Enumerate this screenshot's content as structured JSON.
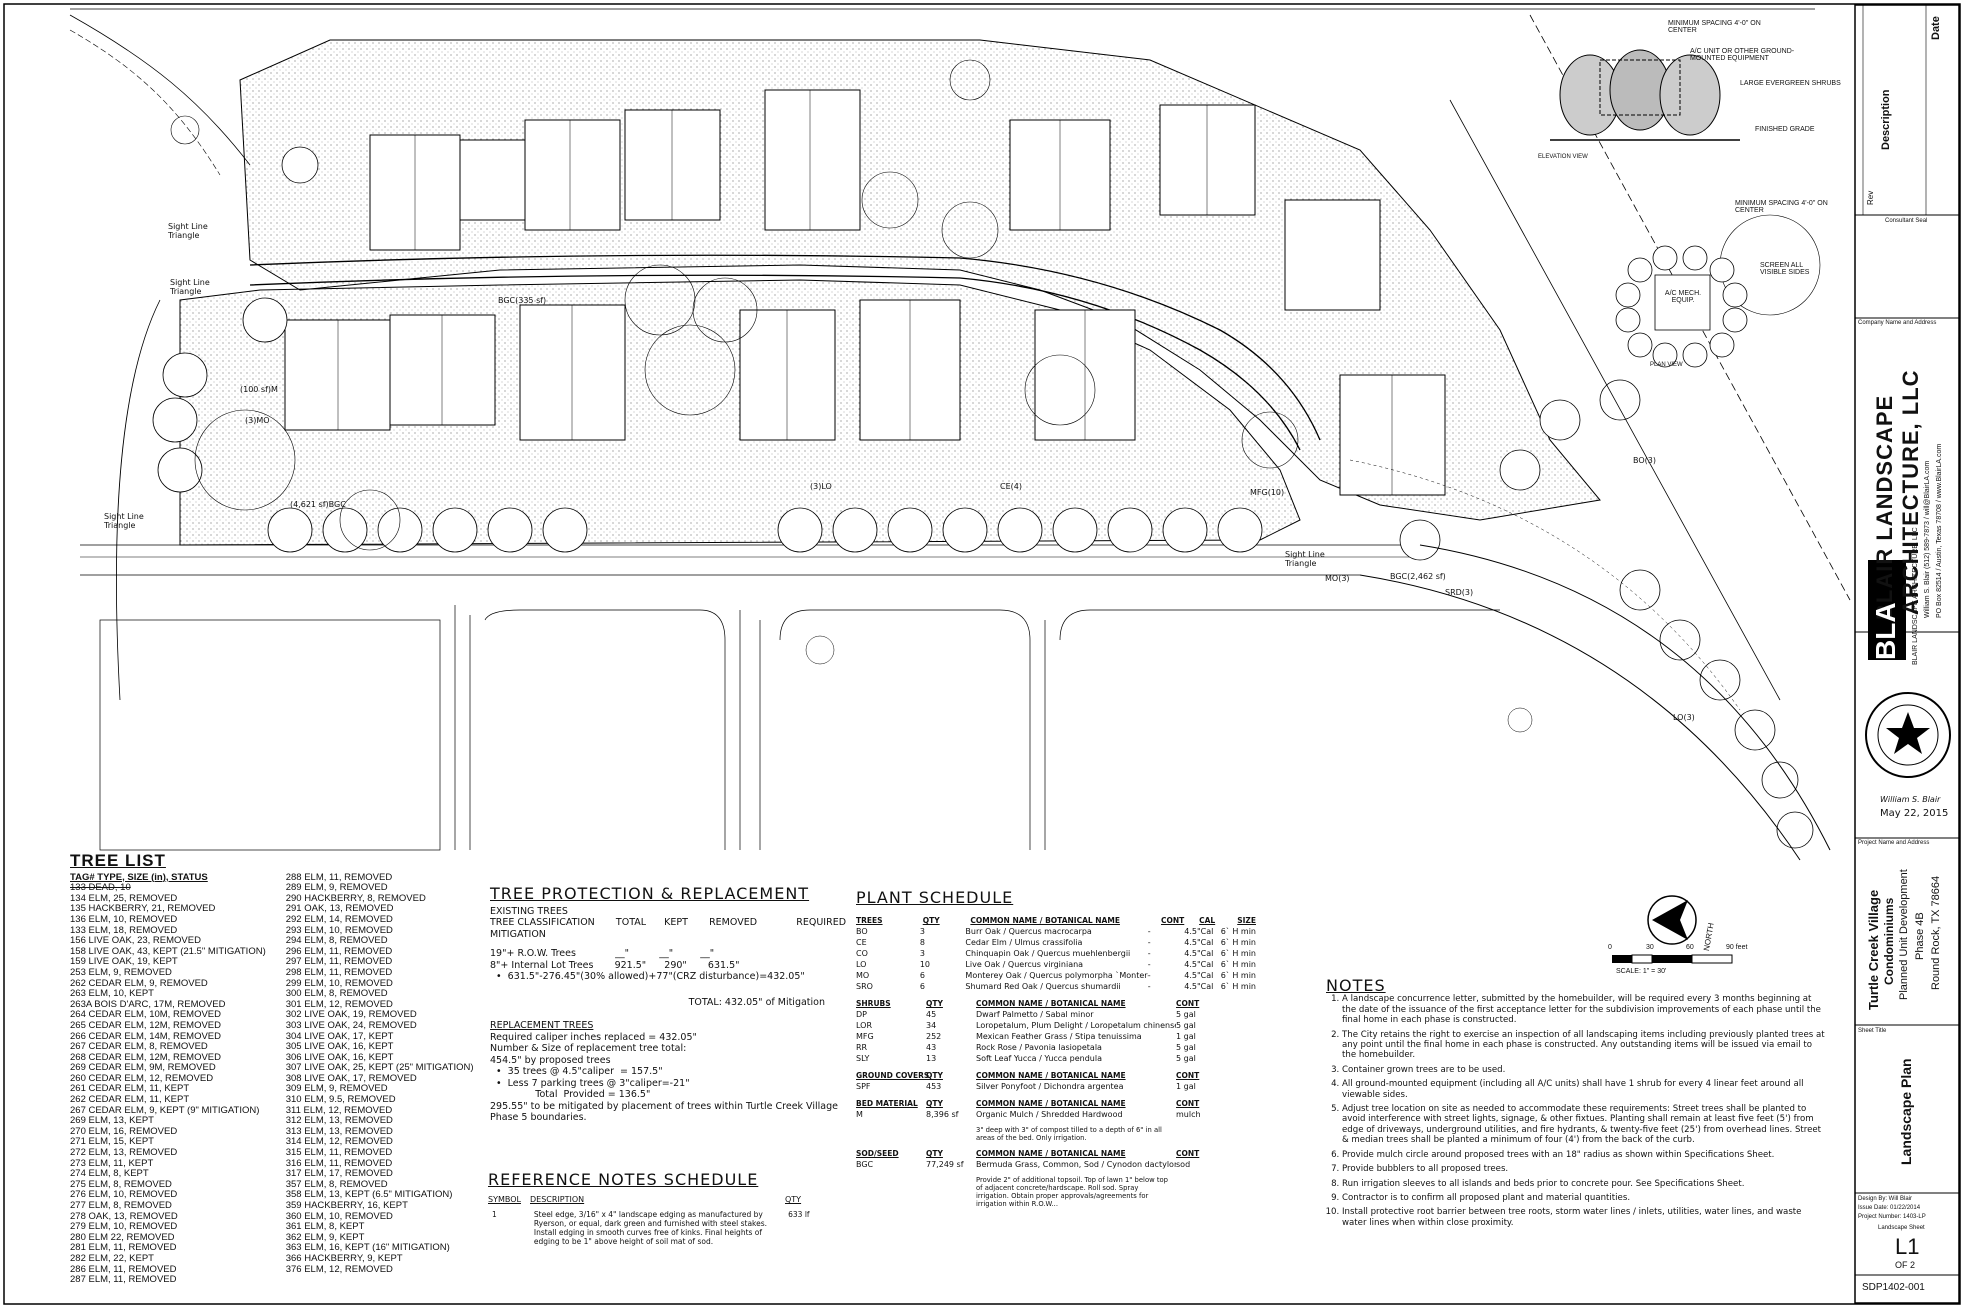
{
  "tree_list": {
    "title": "TREE LIST",
    "header": "TAG# TYPE, SIZE (in), STATUS",
    "col1": [
      {
        "text": "133 DEAD, 10",
        "strike": true
      },
      {
        "text": "134 ELM, 25, REMOVED"
      },
      {
        "text": "135 HACKBERRY, 21, REMOVED"
      },
      {
        "text": "136 ELM, 10, REMOVED"
      },
      {
        "text": "133 ELM, 18, REMOVED"
      },
      {
        "text": "156 LIVE OAK, 23, REMOVED"
      },
      {
        "text": "158 LIVE OAK, 43, KEPT (21.5\" MITIGATION)"
      },
      {
        "text": "159 LIVE OAK, 19, KEPT"
      },
      {
        "text": "253 ELM, 9, REMOVED"
      },
      {
        "text": "262 CEDAR ELM, 9, REMOVED"
      },
      {
        "text": "263 ELM, 10, KEPT"
      },
      {
        "text": "263A BOIS D'ARC, 17M, REMOVED"
      },
      {
        "text": "264 CEDAR ELM, 10M, REMOVED"
      },
      {
        "text": "265 CEDAR ELM, 12M, REMOVED"
      },
      {
        "text": "266 CEDAR ELM, 14M, REMOVED"
      },
      {
        "text": "267 CEDAR ELM, 8, REMOVED"
      },
      {
        "text": "268 CEDAR ELM, 12M, REMOVED"
      },
      {
        "text": "269 CEDAR ELM, 9M, REMOVED"
      },
      {
        "text": "260 CEDAR ELM, 12, REMOVED"
      },
      {
        "text": "261 CEDAR ELM, 11, KEPT"
      },
      {
        "text": "262 CEDAR ELM, 11, KEPT"
      },
      {
        "text": "267 CEDAR ELM, 9, KEPT (9\" MITIGATION)"
      },
      {
        "text": "269 ELM, 13, KEPT"
      },
      {
        "text": "270 ELM, 16, REMOVED"
      },
      {
        "text": "271 ELM, 15, KEPT"
      },
      {
        "text": "272 ELM, 13, REMOVED"
      },
      {
        "text": "273 ELM, 11, KEPT"
      },
      {
        "text": "274 ELM, 8, KEPT"
      },
      {
        "text": "275 ELM, 8, REMOVED"
      },
      {
        "text": "276 ELM, 10, REMOVED"
      },
      {
        "text": "277 ELM, 8, REMOVED"
      },
      {
        "text": "278 OAK, 13, REMOVED"
      },
      {
        "text": "279 ELM, 10, REMOVED"
      },
      {
        "text": "280 ELM 22, REMOVED"
      },
      {
        "text": "281 ELM, 11, REMOVED"
      },
      {
        "text": "282 ELM, 22, KEPT"
      },
      {
        "text": "286 ELM, 11, REMOVED"
      },
      {
        "text": "287 ELM, 11, REMOVED"
      }
    ],
    "col2": [
      {
        "text": "288 ELM, 11, REMOVED"
      },
      {
        "text": "289 ELM, 9, REMOVED"
      },
      {
        "text": "290 HACKBERRY, 8, REMOVED"
      },
      {
        "text": "291 OAK, 13, REMOVED"
      },
      {
        "text": "292 ELM, 14, REMOVED"
      },
      {
        "text": "293 ELM, 10, REMOVED"
      },
      {
        "text": "294 ELM, 8, REMOVED"
      },
      {
        "text": "296 ELM, 11, REMOVED"
      },
      {
        "text": "297 ELM, 11, REMOVED"
      },
      {
        "text": "298 ELM, 11, REMOVED"
      },
      {
        "text": "299 ELM, 10, REMOVED"
      },
      {
        "text": "300 ELM, 8, REMOVED"
      },
      {
        "text": "301 ELM, 12, REMOVED"
      },
      {
        "text": "302 LIVE OAK, 19, REMOVED"
      },
      {
        "text": "303 LIVE OAK, 24, REMOVED"
      },
      {
        "text": "304 LIVE OAK, 17, KEPT"
      },
      {
        "text": "305 LIVE OAK, 16, KEPT"
      },
      {
        "text": "306 LIVE OAK, 16, KEPT"
      },
      {
        "text": "307 LIVE OAK, 25, KEPT (25\" MITIGATION)"
      },
      {
        "text": "308 LIVE OAK, 17, REMOVED"
      },
      {
        "text": "309 ELM, 9, REMOVED"
      },
      {
        "text": "310 ELM, 9.5, REMOVED"
      },
      {
        "text": "311 ELM, 12, REMOVED"
      },
      {
        "text": "312 ELM, 13, REMOVED"
      },
      {
        "text": "313 ELM, 13, REMOVED"
      },
      {
        "text": "314 ELM, 12, REMOVED"
      },
      {
        "text": "315 ELM, 11, REMOVED"
      },
      {
        "text": "316 ELM, 11, REMOVED"
      },
      {
        "text": "317 ELM, 17, REMOVED"
      },
      {
        "text": "357 ELM, 8, REMOVED"
      },
      {
        "text": "358 ELM, 13, KEPT (6.5\" MITIGATION)"
      },
      {
        "text": "359 HACKBERRY, 16, KEPT"
      },
      {
        "text": "360 ELM, 10, REMOVED"
      },
      {
        "text": "361 ELM, 8, KEPT"
      },
      {
        "text": "362 ELM, 9, KEPT"
      },
      {
        "text": "363 ELM, 16, KEPT (16\" MITIGATION)"
      },
      {
        "text": "366 HACKBERRY, 9, KEPT"
      },
      {
        "text": "376 ELM, 12, REMOVED"
      }
    ]
  },
  "tree_protection": {
    "title": "TREE PROTECTION & REPLACEMENT",
    "lines": [
      "EXISTING TREES",
      "TREE CLASSIFICATION       TOTAL      KEPT       REMOVED             REQUIRED",
      "MITIGATION",
      "",
      "19\"+ R.O.W. Trees             __\"          __\"         __\"",
      "8\"+ Internal Lot Trees       921.5\"      290\"       631.5\"",
      "  •  631.5\"-276.45\"(30% allowed)+77\"(CRZ disturbance)=432.05\""
    ],
    "total": "TOTAL: 432.05\" of Mitigation",
    "replacement_title": "REPLACEMENT TREES",
    "replacement_lines": [
      "Required caliper inches replaced = 432.05\"",
      "Number & Size of replacement tree total:",
      "454.5\" by proposed trees",
      "  •  35 trees @ 4.5\"caliper  = 157.5\"",
      "  •  Less 7 parking trees @ 3\"caliper=-21\"",
      "               Total  Provided = 136.5\"",
      "295.55\" to be mitigated by placement of trees within Turtle Creek Village",
      "Phase 5 boundaries."
    ]
  },
  "reference_notes": {
    "title": "REFERENCE NOTES SCHEDULE",
    "headers": [
      "SYMBOL",
      "DESCRIPTION",
      "QTY"
    ],
    "rows": [
      {
        "symbol": "1",
        "description": "Steel edge, 3/16\" x 4\" landscape edging as manufactured by Ryerson, or equal, dark green and furnished with steel stakes. Install edging in smooth curves free of kinks. Final heights of edging to be 1\" above height of soil mat of sod.",
        "qty": "633 lf"
      }
    ]
  },
  "plant_schedule": {
    "title": "PLANT SCHEDULE",
    "trees_header": [
      "TREES",
      "QTY",
      "COMMON NAME / BOTANICAL NAME",
      "CONT",
      "CAL",
      "SIZE"
    ],
    "trees": [
      [
        "BO",
        "3",
        "Burr Oak / Quercus macrocarpa",
        "-",
        "4.5\"Cal",
        "6` H min"
      ],
      [
        "CE",
        "8",
        "Cedar Elm / Ulmus crassifolia",
        "-",
        "4.5\"Cal",
        "6` H min"
      ],
      [
        "CO",
        "3",
        "Chinquapin Oak / Quercus muehlenbergii",
        "-",
        "4.5\"Cal",
        "6` H min"
      ],
      [
        "LO",
        "10",
        "Live Oak / Quercus virginiana",
        "-",
        "4.5\"Cal",
        "6` H min"
      ],
      [
        "MO",
        "6",
        "Monterey Oak / Quercus polymorpha `Monterey`",
        "-",
        "4.5\"Cal",
        "6` H min"
      ],
      [
        "SRO",
        "6",
        "Shumard Red Oak / Quercus shumardii",
        "-",
        "4.5\"Cal",
        "6` H min"
      ]
    ],
    "shrubs_header": [
      "SHRUBS",
      "QTY",
      "COMMON NAME / BOTANICAL NAME",
      "CONT"
    ],
    "shrubs": [
      [
        "DP",
        "45",
        "Dwarf Palmetto / Sabal minor",
        "5 gal"
      ],
      [
        "LOR",
        "34",
        "Loropetalum, Plum Delight / Loropetalum chinense rubrum",
        "5 gal"
      ],
      [
        "MFG",
        "252",
        "Mexican Feather Grass / Stipa tenuissima",
        "1 gal"
      ],
      [
        "RR",
        "43",
        "Rock Rose / Pavonia lasiopetala",
        "5 gal"
      ],
      [
        "SLY",
        "13",
        "Soft Leaf Yucca / Yucca pendula",
        "5 gal"
      ]
    ],
    "ground_header": [
      "GROUND COVERS",
      "QTY",
      "COMMON NAME / BOTANICAL NAME",
      "CONT"
    ],
    "ground": [
      [
        "SPF",
        "453",
        "Silver Ponyfoot / Dichondra argentea",
        "1 gal"
      ]
    ],
    "bed_header": [
      "BED MATERIAL",
      "QTY",
      "COMMON NAME / BOTANICAL NAME",
      "CONT"
    ],
    "bed": [
      [
        "M",
        "8,396 sf",
        "Organic Mulch / Shredded Hardwood",
        "mulch"
      ]
    ],
    "bed_note": "3\" deep with 3\" of compost tilled to a depth of 6\" in all areas of the bed. Only irrigation.",
    "sod_header": [
      "SOD/SEED",
      "QTY",
      "COMMON NAME / BOTANICAL NAME",
      "CONT"
    ],
    "sod": [
      [
        "BGC",
        "77,249 sf",
        "Bermuda Grass, Common, Sod / Cynodon dactylon",
        "sod"
      ]
    ],
    "sod_note": "Provide 2\" of additional topsoil. Top of lawn 1\" below top of adjacent concrete/hardscape. Roll sod. Spray irrigation. Obtain proper approvals/agreements for irrigation within R.O.W..."
  },
  "notes": {
    "title": "NOTES",
    "items": [
      "A landscape concurrence letter, submitted by the homebuilder, will be required every 3 months beginning at the date of the issuance of the first acceptance letter for the subdivision improvements of each phase until the final home in each phase is constructed.",
      "The City retains the right to exercise an inspection of all landscaping items including previously planted trees at any point until the final home in each phase is constructed.  Any outstanding items will be issued via email to the homebuilder.",
      "Container grown trees are to be used.",
      "All ground-mounted equipment (including all A/C units) shall have 1 shrub for every 4 linear feet around all viewable sides.",
      "Adjust tree location on site as needed to accommodate these requirements: Street trees shall be planted to avoid interference with street lights, signage, & other fixtues.  Planting shall remain at least five feet (5') from edge of driveways, underground utilities, and fire hydrants, & twenty-five feet (25') from overhead lines. Street & median trees shall be planted a minimum of four (4') from the back of the curb.",
      "Provide mulch circle around proposed trees with an 18\" radius as shown within Specifications Sheet.",
      "Provide bubblers to all proposed trees.",
      "Run irrigation sleeves to all islands and beds prior to concrete pour. See Specifications Sheet.",
      "Contractor is to confirm all proposed plant and material quantities.",
      "Install protective root barrier between tree roots, storm water lines / inlets, utilities, water lines, and waste water lines when within close proximity."
    ]
  },
  "title_block": {
    "firm_name_1": "BLAIR LANDSCAPE",
    "firm_name_2": "ARCHITECTURE, LLC",
    "firm_contact_1": "William S. Blair (512) 589-7873 / will@BlairLA.com",
    "firm_contact_2": "PO Box 82514 / Austin, Texas 78708 / www.BlairLA.com",
    "logo": "BLA",
    "logo_sub": "BLAIR LANDSCAPE ARCHITECTURE, LLC",
    "signature": "William S. Blair",
    "seal_date": "May 22, 2015",
    "project_1": "Turtle Creek Village",
    "project_2": "Condominiums",
    "project_3": "Planned Unit Development",
    "project_4": "Phase 4B",
    "project_5": "Round Rock, TX 78664",
    "sheet_title": "Landscape Plan",
    "design_by": "Design By: Will Blair",
    "issue_date": "Issue Date: 01/22/2014",
    "project_no": "Project Number: 1403-LP",
    "sheet_label": "Landscape Sheet",
    "sheet_no": "L1",
    "sheet_of": "OF 2",
    "permit": "SDP1402-001",
    "rev_label": "Rev",
    "desc_label": "Description",
    "date_label": "Date",
    "consultant_seal": "Consultant Seal",
    "company_label": "Company Name and Address",
    "project_label": "Project Name and Address",
    "sheet_title_label": "Sheet Title"
  },
  "scale": {
    "label": "SCALE: 1\" = 30'",
    "ticks": [
      "0",
      "30",
      "60",
      "90 feet"
    ],
    "north": "NORTH"
  },
  "details": {
    "elevation_view": "ELEVATION VIEW",
    "plan_view": "PLAN VIEW",
    "min_spacing_1": "MINIMUM SPACING 4'-0\" ON CENTER",
    "ac_unit": "A/C UNIT OR OTHER GROUND-MOUNTED EQUIPMENT",
    "large_evergreen": "LARGE EVERGREEN SHRUBS",
    "finished_grade": "FINISHED GRADE",
    "min_spacing_2": "MINIMUM SPACING 4'-0\" ON CENTER",
    "screen_sides": "SCREEN ALL VISIBLE SIDES",
    "ac_equip": "A/C MECH. EQUIP."
  },
  "plan_labels": {
    "sight_1": "Sight Line Triangle",
    "sight_2": "Sight Line Triangle",
    "sight_3": "Sight Line Triangle",
    "sight_4": "Sight Line Triangle",
    "bgc_1": "BGC(335 sf)",
    "bgc_2": "BGC(2,462 sf)",
    "mo3": "MO(3)",
    "srd3": "SRD(3)",
    "lo3": "LO(3)",
    "bo3": "BO(3)",
    "ce4": "CE(4)",
    "mfg10": "MFG(10)",
    "m4621": "(4,621 sf)BGC",
    "lo1": "(3)LO",
    "m100": "(100 sf)M",
    "m3": "(3)MO"
  }
}
